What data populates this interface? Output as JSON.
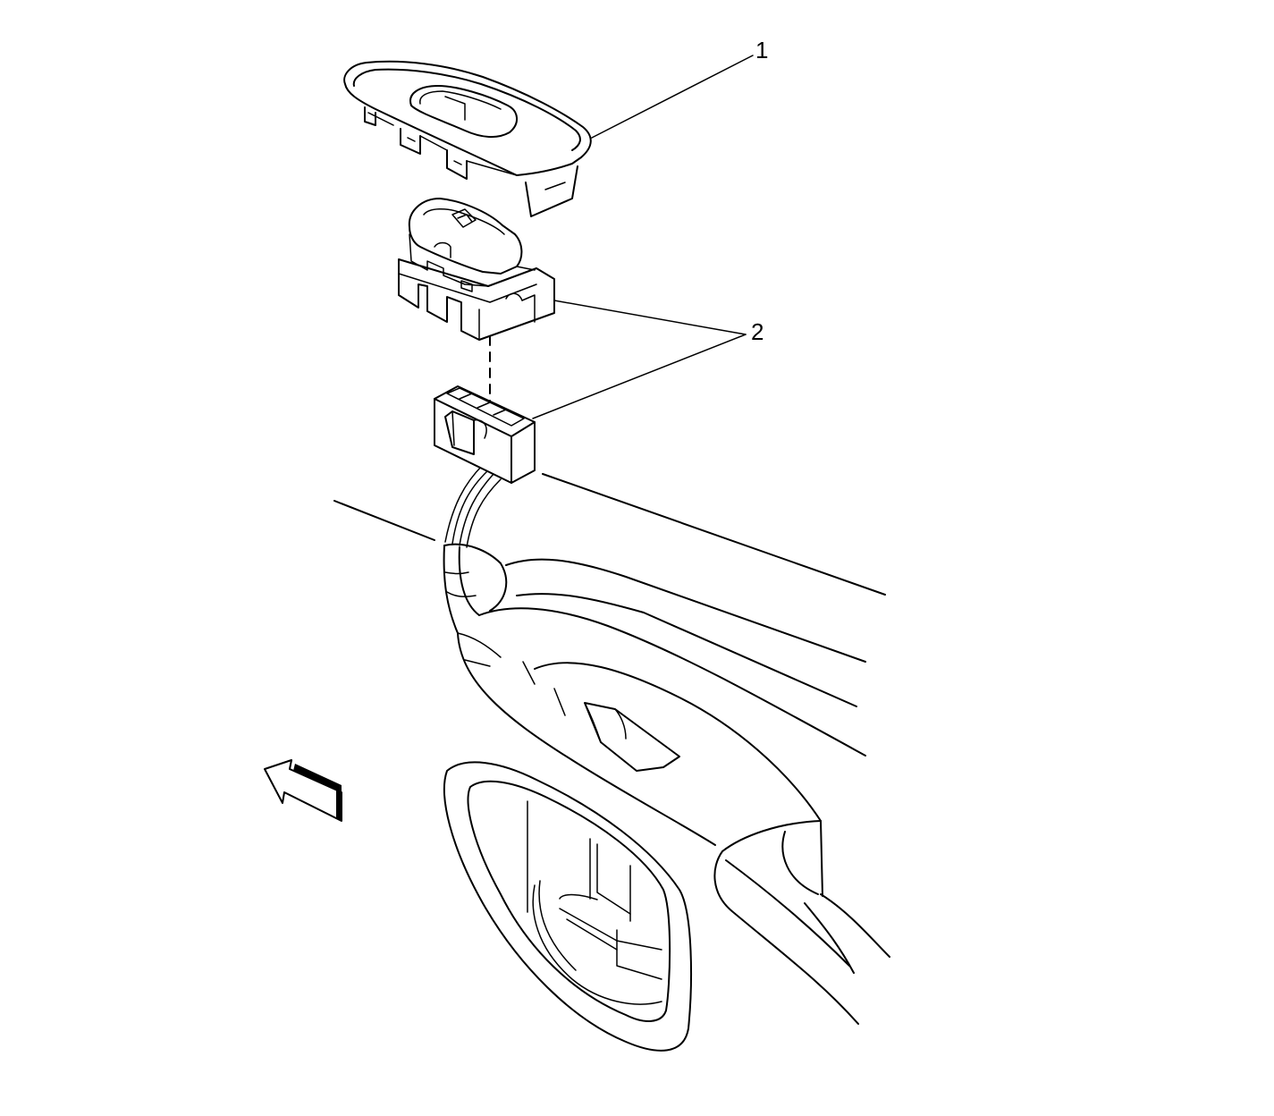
{
  "callouts": [
    {
      "id": "1",
      "label": "1"
    },
    {
      "id": "2",
      "label": "2"
    }
  ],
  "icons": {
    "direction_arrow": "arrow-forward-icon"
  },
  "colors": {
    "line": "#000000",
    "background": "#ffffff"
  }
}
